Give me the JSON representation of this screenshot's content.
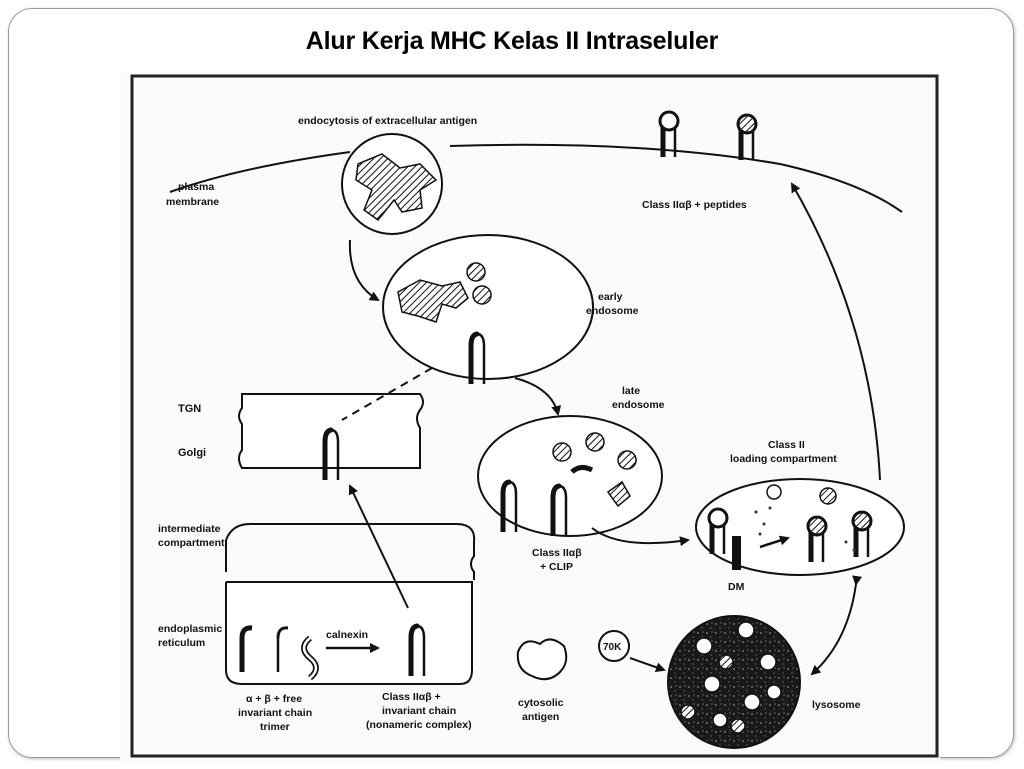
{
  "slide": {
    "title": "Alur Kerja MHC Kelas II Intraseluler"
  },
  "diagram": {
    "labels": {
      "endocytosis": "endocytosis of extracellular antigen",
      "plasma_membrane_1": "plasma",
      "plasma_membrane_2": "membrane",
      "class_peptides": "Class IIαβ + peptides",
      "early_endosome_1": "early",
      "early_endosome_2": "endosome",
      "tgn": "TGN",
      "golgi": "Golgi",
      "late_endosome_1": "late",
      "late_endosome_2": "endosome",
      "loading_1": "Class II",
      "loading_2": "loading compartment",
      "intermediate_1": "intermediate",
      "intermediate_2": "compartment",
      "clip_1": "Class IIαβ",
      "clip_2": "+ CLIP",
      "dm": "DM",
      "er_1": "endoplasmic",
      "er_2": "reticulum",
      "calnexin": "calnexin",
      "hsp": "70K",
      "trimer_1": "α + β + free",
      "trimer_2": "invariant chain",
      "trimer_3": "trimer",
      "nonamer_1": "Class IIαβ +",
      "nonamer_2": "invariant chain",
      "nonamer_3": "(nonameric complex)",
      "cytosolic_1": "cytosolic",
      "cytosolic_2": "antigen",
      "lysosome": "lysosome"
    }
  }
}
